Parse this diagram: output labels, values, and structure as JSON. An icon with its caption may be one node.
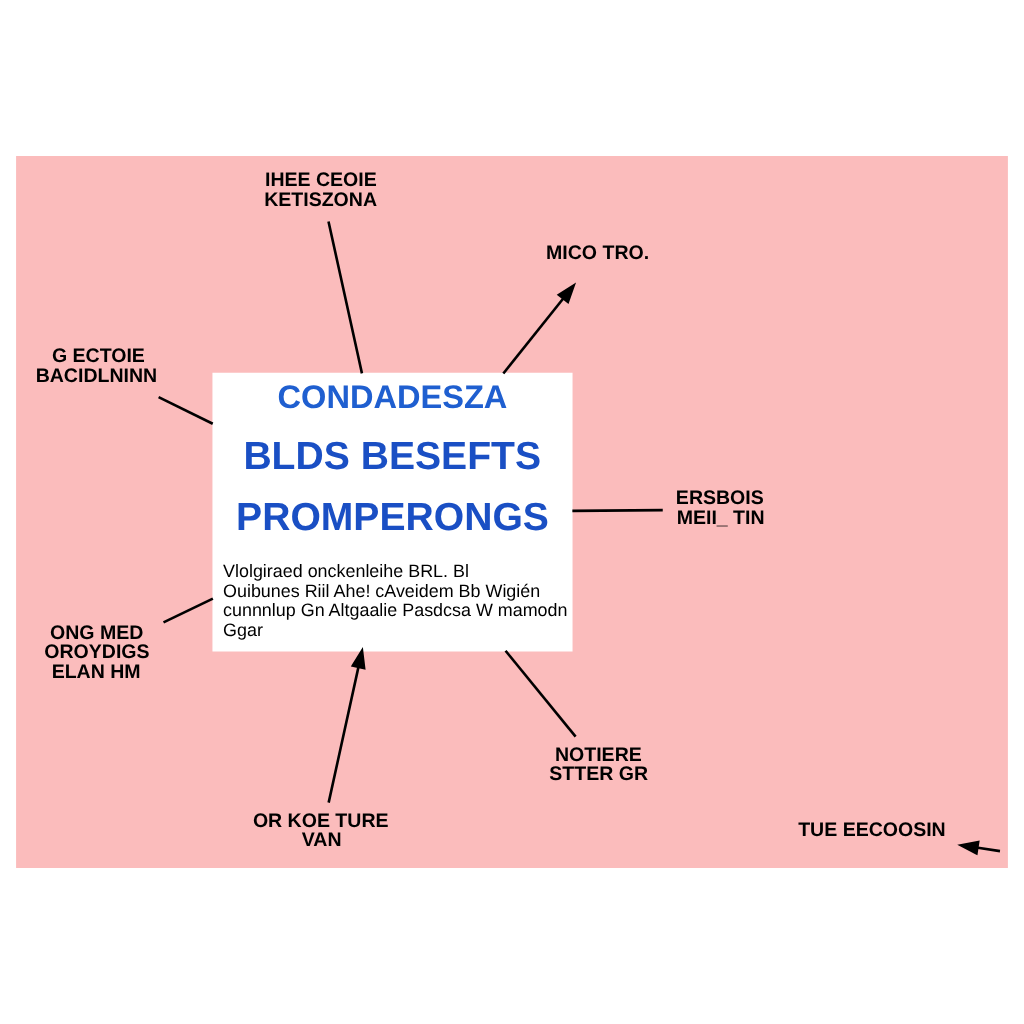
{
  "diagram": {
    "nodes": [
      {
        "text": [
          "CONDADESZA",
          "BLDS BESEFTS",
          "PROMPERONGS",
          "Vlolgiraed onckenleihe BRL. Bl Ouibunes Riil Ahe! cAveidem Bb Wigién cunnnlup Gn Altgaalie Pasdcsa W mamodn Ggar"
        ]
      },
      {
        "text": [
          "ERSBOIS MEII_ TIN"
        ]
      },
      {
        "text": [
          "OR KOE TURE VAN"
        ]
      },
      {
        "text": [
          "G ECTOIE BACIDLNINN"
        ]
      },
      {
        "text": [
          "TUE EECOOSIN"
        ]
      },
      {
        "text": [
          "MICO TRO."
        ]
      },
      {
        "text": [
          "IHEE CEOIE KETISZONA"
        ]
      },
      {
        "text": [
          "ONG MED OROYDIGS ELAN HM"
        ]
      },
      {
        "text": [
          "NOTIERE STTER GR"
        ]
      }
    ],
    "edges": [
      {
        "from": 1,
        "to": 0,
        "arrow": "none"
      },
      {
        "from": 2,
        "to": 0,
        "arrow": "to"
      },
      {
        "from": 3,
        "to": 0,
        "arrow": "none"
      },
      {
        "from": null,
        "to": 4,
        "arrow": "to"
      },
      {
        "from": 0,
        "to": 5,
        "arrow": "to"
      },
      {
        "from": 6,
        "to": 0,
        "arrow": "none"
      },
      {
        "from": 7,
        "to": 0,
        "arrow": "none"
      },
      {
        "from": 8,
        "to": 0,
        "arrow": "none"
      }
    ]
  }
}
